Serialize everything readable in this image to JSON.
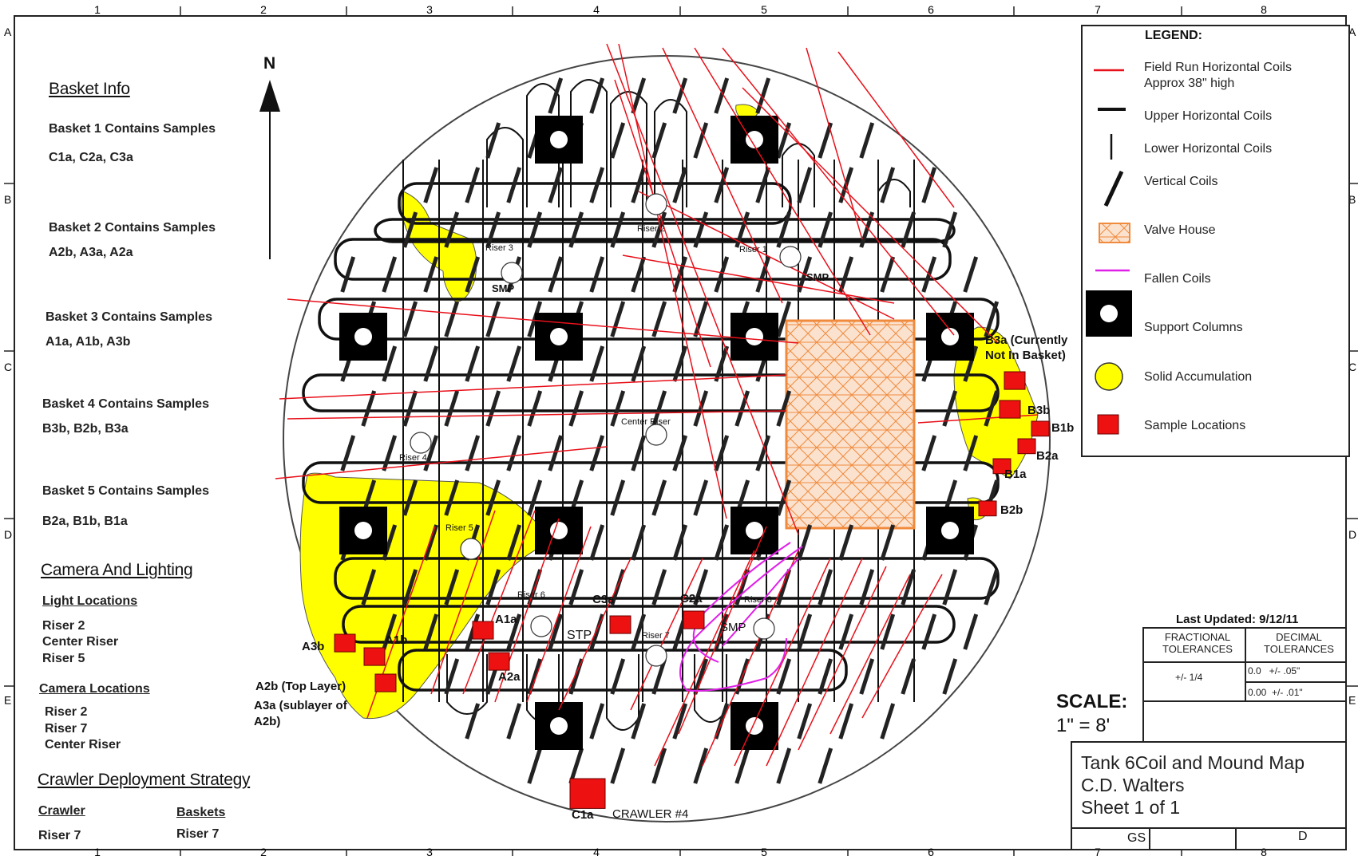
{
  "border": {
    "columns": [
      "1",
      "2",
      "3",
      "4",
      "5",
      "6",
      "7",
      "8"
    ],
    "rows": [
      "A",
      "B",
      "C",
      "D",
      "E"
    ]
  },
  "basket_info": {
    "heading": "Basket Info",
    "baskets": [
      {
        "title": "Basket 1 Contains Samples",
        "samples": "C1a, C2a, C3a"
      },
      {
        "title": "Basket 2 Contains Samples",
        "samples": "A2b, A3a, A2a"
      },
      {
        "title": "Basket 3 Contains Samples",
        "samples": "A1a, A1b, A3b"
      },
      {
        "title": "Basket 4 Contains Samples",
        "samples": "B3b, B2b, B3a"
      },
      {
        "title": "Basket 5 Contains Samples",
        "samples": "B2a, B1b, B1a"
      }
    ]
  },
  "camera_lighting": {
    "heading": "Camera And Lighting",
    "light_heading": "Light Locations",
    "lights": [
      "Riser 2",
      "Center Riser",
      "Riser 5"
    ],
    "camera_heading": "Camera Locations",
    "cameras": [
      "Riser 2",
      "Riser 7",
      "Center Riser"
    ]
  },
  "crawler": {
    "heading": "Crawler Deployment Strategy",
    "crawler_col": "Crawler",
    "baskets_col": "Baskets",
    "crawler_val": "Riser 7",
    "baskets_val": "Riser 7"
  },
  "north": "N",
  "legend": {
    "title": "LEGEND:",
    "items": [
      {
        "label": "Field Run Horizontal Coils",
        "label2": "Approx 38\" high",
        "icon": "red-line-icon"
      },
      {
        "label": "Upper Horizontal Coils",
        "icon": "thick-black-line-icon"
      },
      {
        "label": "Lower Horizontal Coils",
        "icon": "thin-vertical-line-icon"
      },
      {
        "label": "Vertical Coils",
        "icon": "diagonal-line-icon"
      },
      {
        "label": "Valve House",
        "icon": "hatched-box-icon"
      },
      {
        "label": "Fallen Coils",
        "icon": "magenta-line-icon"
      },
      {
        "label": "Support Columns",
        "icon": "support-column-icon"
      },
      {
        "label": "Solid Accumulation",
        "icon": "yellow-circle-icon"
      },
      {
        "label": "Sample Locations",
        "icon": "red-square-icon"
      }
    ],
    "colors": {
      "field_run": "#e8101a",
      "fallen": "#e020e8",
      "solid": "#ffff00",
      "sample": "#ee1111",
      "valve": "#f08a3c"
    }
  },
  "map_labels": {
    "risers": [
      "Riser 3",
      "Riser 2",
      "Riser 1",
      "Riser 4",
      "Center Riser",
      "Riser 5",
      "Riser 6",
      "Riser 7",
      "Riser 8"
    ],
    "smp_1": "SMP",
    "smp_2": "SMP",
    "smp_3": "SMP",
    "stp": "STP",
    "crawler": "CRAWLER #4",
    "samples": {
      "b3a": "B3a (Currently",
      "b3a_2": "Not In Basket)",
      "b3b": "B3b",
      "b1b": "B1b",
      "b2a": "B2a",
      "b1a": "B1a",
      "b2b": "B2b",
      "a3b": "A3b",
      "a1b": "A1b",
      "a1a": "A1a",
      "a2a": "A2a",
      "c3a": "C3a",
      "c2a": "C2a",
      "c1a": "C1a",
      "a2b_note_1": "A2b (Top Layer)",
      "a2b_note_2": "A3a (sublayer of",
      "a2b_note_3": "A2b)"
    }
  },
  "title_block": {
    "last_updated": "Last Updated: 9/12/11",
    "fractional": "FRACTIONAL TOLERANCES",
    "decimal": "DECIMAL TOLERANCES",
    "frac_val": "+/- 1/4",
    "dec_val_1": "0.0   +/- .05\"",
    "dec_val_2": "0.00  +/- .01\"",
    "scale_label": "SCALE:",
    "scale_value": "1\" = 8'",
    "title": "Tank 6Coil and Mound Map",
    "author": "C.D. Walters",
    "sheet": "Sheet 1 of 1",
    "gs": "GS",
    "rev": "D"
  }
}
